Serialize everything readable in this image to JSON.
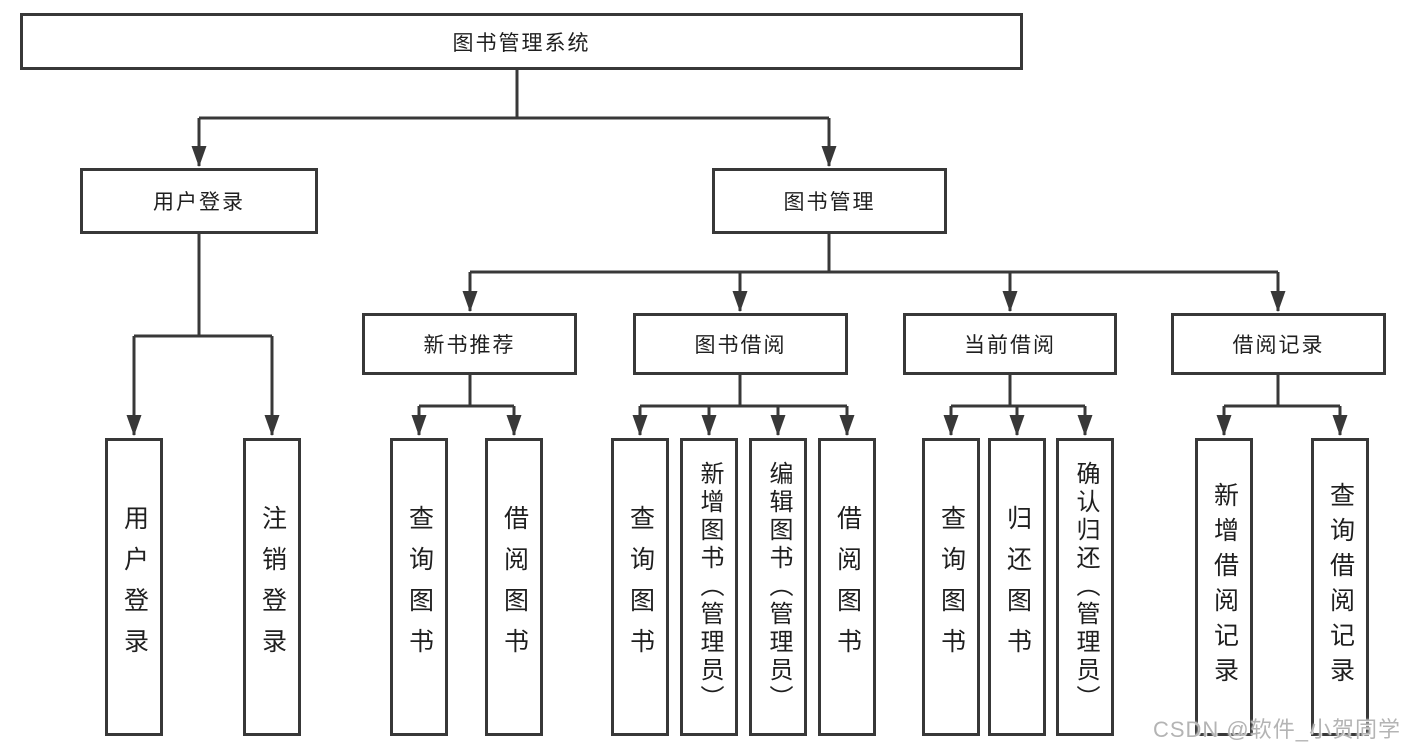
{
  "diagram": {
    "root": {
      "label": "图书管理系统",
      "children": [
        {
          "label": "用户登录",
          "children": [
            {
              "label": "用户登录"
            },
            {
              "label": "注销登录"
            }
          ]
        },
        {
          "label": "图书管理",
          "children": [
            {
              "label": "新书推荐",
              "children": [
                {
                  "label": "查询图书"
                },
                {
                  "label": "借阅图书"
                }
              ]
            },
            {
              "label": "图书借阅",
              "children": [
                {
                  "label": "查询图书"
                },
                {
                  "label": "新增图书（管理员）"
                },
                {
                  "label": "编辑图书（管理员）"
                },
                {
                  "label": "借阅图书"
                }
              ]
            },
            {
              "label": "当前借阅",
              "children": [
                {
                  "label": "查询图书"
                },
                {
                  "label": "归还图书"
                },
                {
                  "label": "确认归还（管理员）"
                }
              ]
            },
            {
              "label": "借阅记录",
              "children": [
                {
                  "label": "新增借阅记录"
                },
                {
                  "label": "查询借阅记录"
                }
              ]
            }
          ]
        }
      ]
    }
  },
  "watermark": {
    "text": "CSDN @软件_小贺同学"
  },
  "colors": {
    "line": "#383838",
    "text": "#1f1f1f",
    "watermark": "#b4b4b4",
    "background": "#ffffff"
  }
}
